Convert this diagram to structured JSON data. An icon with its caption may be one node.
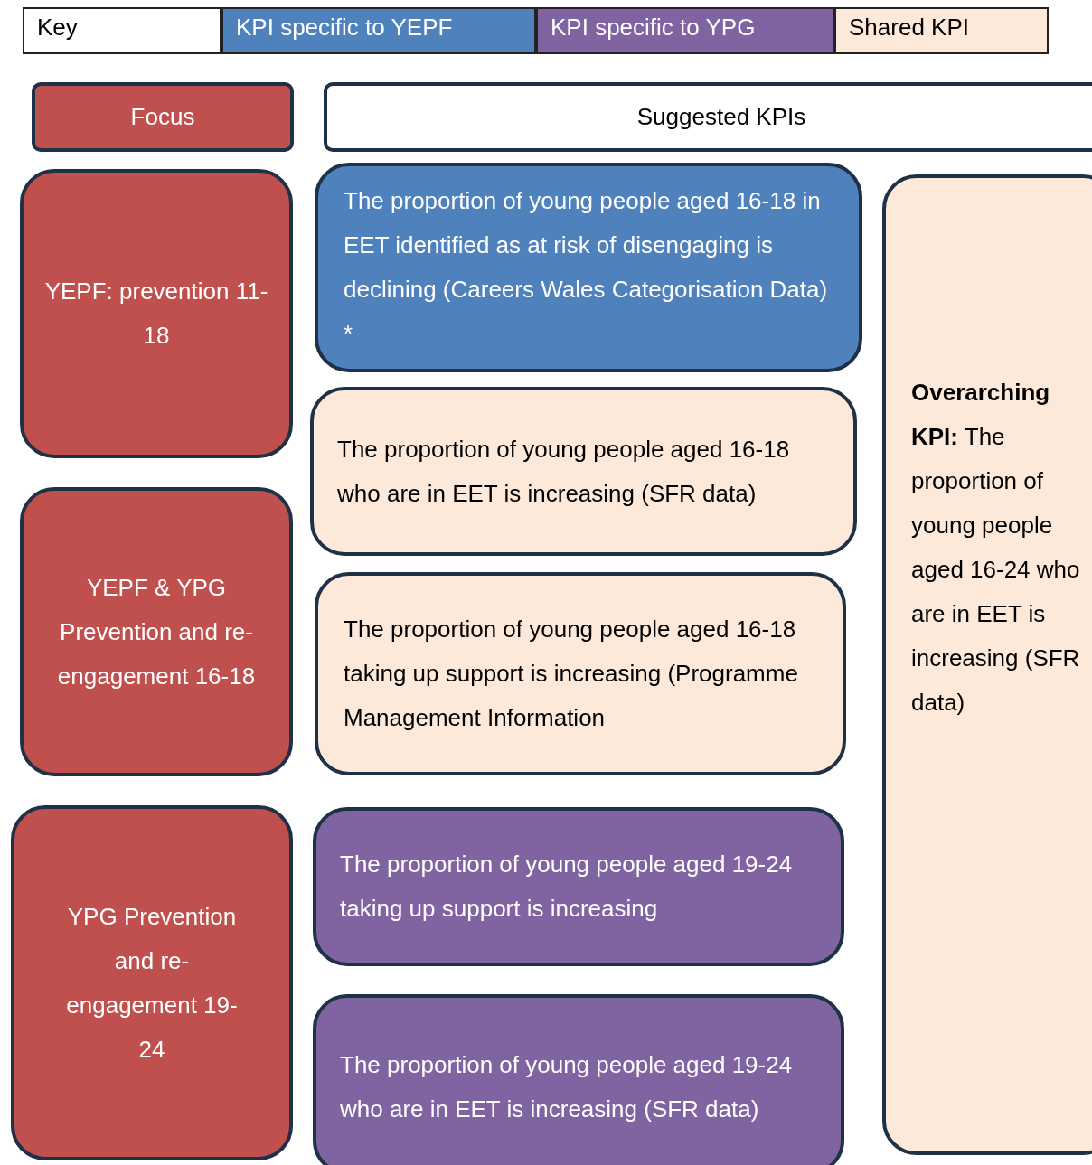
{
  "diagram": {
    "nodes": [
      {
        "text": [
          "Focus"
        ]
      },
      {
        "text": [
          "Suggested KPIs"
        ]
      },
      {
        "text": [
          "YEPF: prevention 11-18"
        ]
      },
      {
        "text": [
          "The proportion of young people aged 16-18 in EET identified as at risk of disengaging is declining (Careers Wales Categorisation Data) *"
        ]
      },
      {
        "text": [
          "**Overarching KPI:** The proportion of young people aged 16-24 who are in EET is increasing (SFR data)"
        ]
      },
      {
        "text": [
          "The proportion of young people aged 16-18 who are in EET is increasing  (SFR data)"
        ]
      },
      {
        "text": [
          "YEPF & YPG Prevention and re-engagement 16-18"
        ]
      },
      {
        "text": [
          "The proportion of young people aged 16-18 taking up support is increasing (Programme Management Information"
        ]
      },
      {
        "text": [
          "YPG Prevention and re-engagement 19-24"
        ]
      },
      {
        "text": [
          "The proportion of young people aged 19-24 taking up support is increasing"
        ]
      },
      {
        "text": [
          "The proportion of young people aged 19-24 who are in EET is increasing (SFR data)"
        ]
      }
    ],
    "labels": [
      "Key"
    ],
    "legend": [
      {
        "text": "KPI specific to YEPF",
        "color": "#4f81bd"
      },
      {
        "text": "KPI specific to YPG",
        "color": "#8064a2"
      },
      {
        "text": "Shared KPI",
        "color": "#fde9d9"
      }
    ]
  }
}
